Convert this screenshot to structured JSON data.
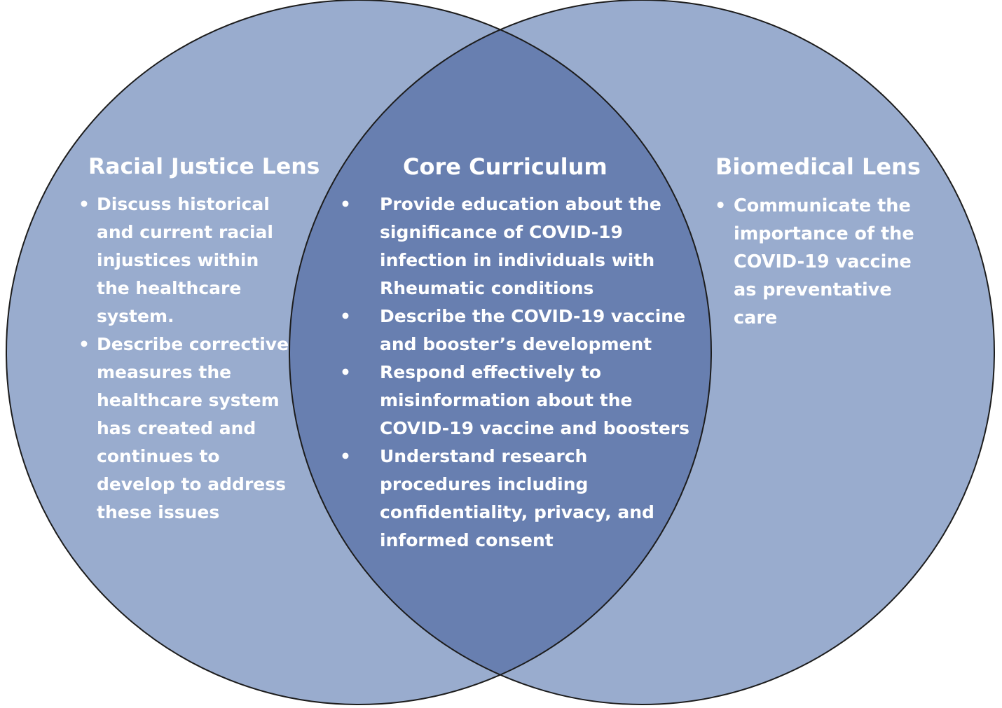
{
  "colors": {
    "circle_fill": "#99acce",
    "overlap_fill": "#687fb0",
    "outline": "#1c1c1c",
    "text": "#ffffff"
  },
  "left": {
    "title": "Racial Justice Lens",
    "bullets": [
      "Discuss historical\nand current racial\ninjustices within\nthe healthcare\nsystem.",
      "Describe corrective\nmeasures the\nhealthcare system\nhas created and\ncontinues to\ndevelop to address\nthese issues"
    ]
  },
  "center": {
    "title": "Core Curriculum",
    "bullets": [
      "Provide education about the\nsignificance of COVID-19\ninfection in individuals with\nRheumatic conditions",
      "Describe the COVID-19 vaccine\nand booster’s development",
      "Respond effectively to\nmisinformation about the\nCOVID-19 vaccine and boosters",
      "Understand research\nprocedures including\nconfidentiality, privacy, and\ninformed consent"
    ]
  },
  "right": {
    "title": "Biomedical Lens",
    "bullets": [
      "Communicate the\nimportance of the\nCOVID-19 vaccine\nas preventative\ncare"
    ]
  }
}
